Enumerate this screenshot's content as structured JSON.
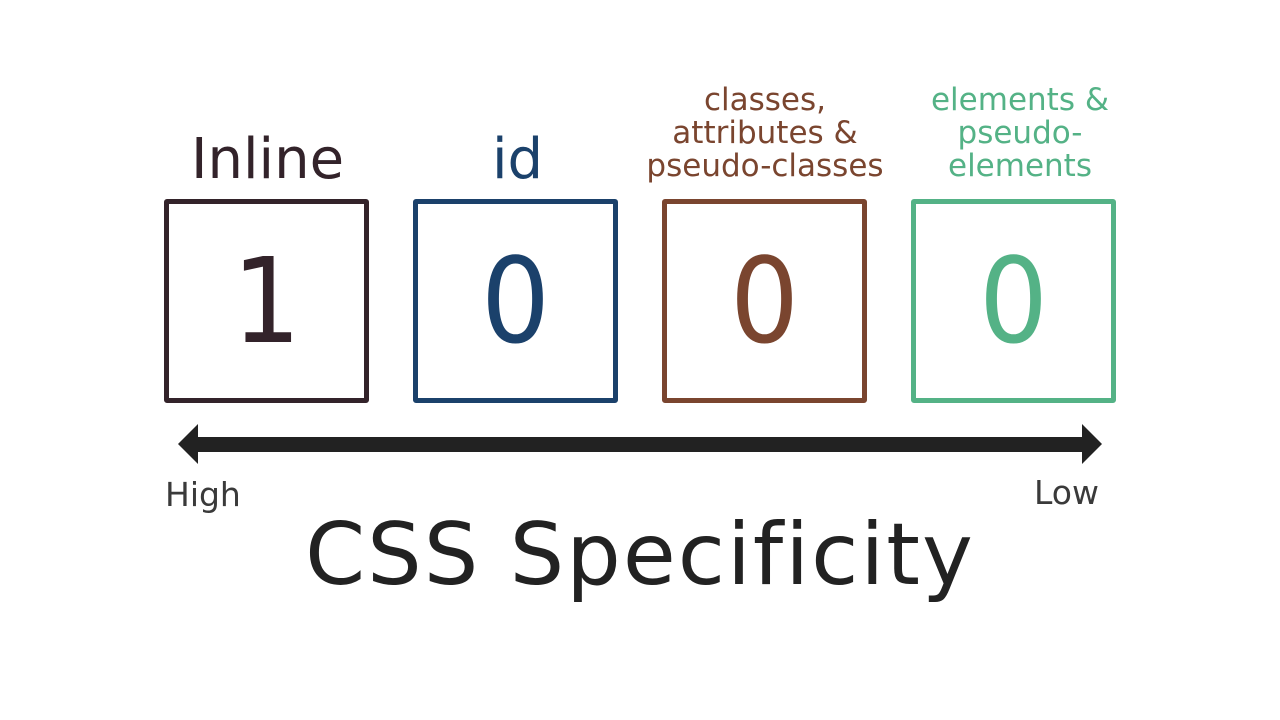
{
  "categories": [
    {
      "label": "Inline",
      "value": "1",
      "color": "#33232a"
    },
    {
      "label": "id",
      "value": "0",
      "color": "#1b416b"
    },
    {
      "label_lines": [
        "classes,",
        "attributes &",
        "pseudo-classes"
      ],
      "value": "0",
      "color": "#7a452f"
    },
    {
      "label_lines": [
        "elements &",
        "pseudo-",
        "elements"
      ],
      "value": "0",
      "color": "#54b286"
    }
  ],
  "scale": {
    "high_label": "High",
    "low_label": "Low",
    "arrow_color": "#222222"
  },
  "title": "CSS Specificity"
}
